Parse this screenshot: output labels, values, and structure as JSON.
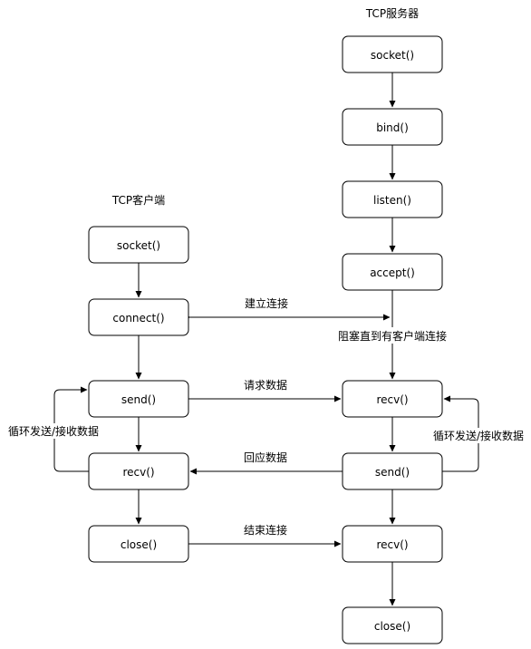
{
  "titles": {
    "server": "TCP服务器",
    "client": "TCP客户端"
  },
  "server": {
    "socket": "socket()",
    "bind": "bind()",
    "listen": "listen()",
    "accept": "accept()",
    "recv1": "recv()",
    "send": "send()",
    "recv2": "recv()",
    "close": "close()"
  },
  "client": {
    "socket": "socket()",
    "connect": "connect()",
    "send": "send()",
    "recv": "recv()",
    "close": "close()"
  },
  "labels": {
    "connect": "建立连接",
    "block": "阻塞直到有客户端连接",
    "request": "请求数据",
    "response": "回应数据",
    "end": "结束连接",
    "loop_client": "循环发送/接收数据",
    "loop_server": "循环发送/接收数据"
  }
}
